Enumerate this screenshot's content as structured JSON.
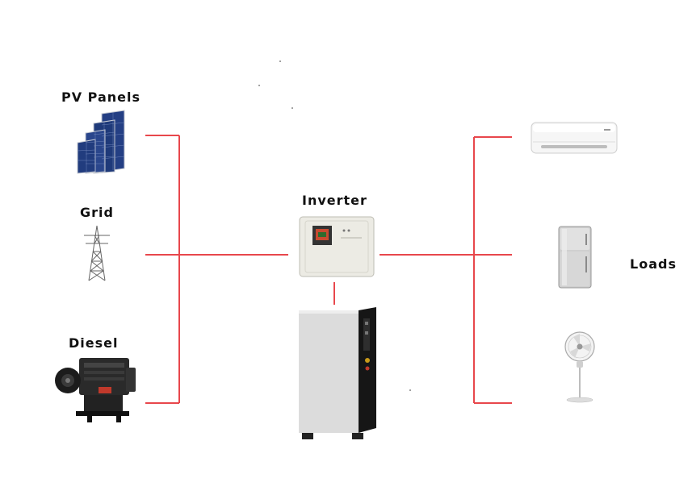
{
  "labels": {
    "pv_panels": "PV Panels",
    "grid": "Grid",
    "diesel": "Diesel",
    "inverter": "Inverter",
    "loads": "Loads"
  },
  "colors": {
    "wire": "#e8474c",
    "panel_blue": "#1f3f86",
    "inverter_body": "#ecebe4",
    "battery_body": "#dcdcdc",
    "battery_side": "#161616"
  },
  "icons": {
    "sources": [
      "solar-panel-icon",
      "transmission-tower-icon",
      "diesel-generator-icon"
    ],
    "center": [
      "inverter-icon",
      "battery-icon"
    ],
    "loads": [
      "air-conditioner-icon",
      "refrigerator-icon",
      "electric-fan-icon"
    ]
  }
}
